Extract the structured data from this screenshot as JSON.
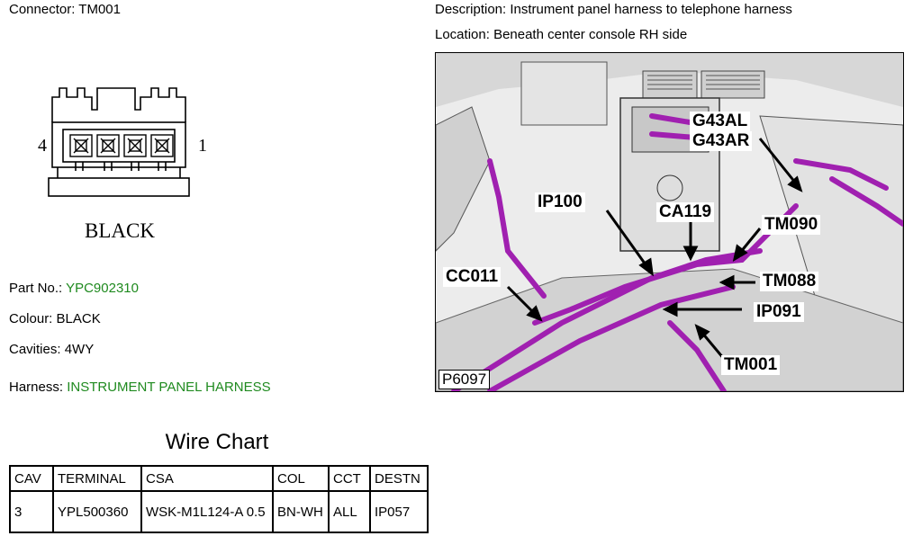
{
  "connector": {
    "label": "Connector:",
    "value": "TM001"
  },
  "description": {
    "label": "Description:",
    "value": "Instrument panel harness to telephone harness"
  },
  "location": {
    "label": "Location:",
    "value": "Beneath center console RH side"
  },
  "diagram": {
    "pin_left": "4",
    "pin_right": "1",
    "colour_text": "BLACK"
  },
  "part_no": {
    "label": "Part No.:",
    "value": "YPC902310"
  },
  "colour": {
    "label": "Colour:",
    "value": "BLACK"
  },
  "cavities": {
    "label": "Cavities:",
    "value": "4WY"
  },
  "harness": {
    "label": "Harness:",
    "value": "INSTRUMENT PANEL HARNESS"
  },
  "wire_chart": {
    "title": "Wire Chart",
    "headers": [
      "CAV",
      "TERMINAL",
      "CSA",
      "COL",
      "CCT",
      "DESTN"
    ],
    "rows": [
      [
        "3",
        "YPL500360",
        "WSK-M1L124-A 0.5",
        "BN-WH",
        "ALL",
        "IP057"
      ]
    ]
  },
  "photo": {
    "ref": "P6097",
    "callouts": {
      "g43al": "G43AL",
      "g43ar": "G43AR",
      "ip100": "IP100",
      "ca119": "CA119",
      "tm090": "TM090",
      "cc011": "CC011",
      "tm088": "TM088",
      "ip091": "IP091",
      "tm001": "TM001"
    }
  },
  "colors": {
    "link_green": "#1f8a1f",
    "harness_magenta": "#a020b0"
  }
}
